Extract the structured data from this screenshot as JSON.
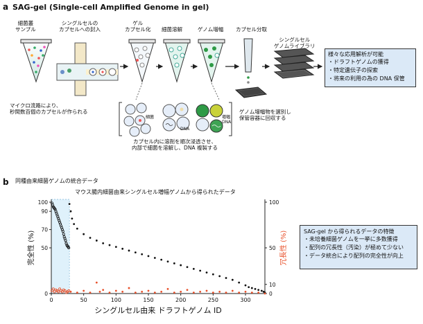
{
  "panel_a": {
    "letter": "a",
    "title": "SAG-gel (Single-cell Amplified Genome in gel)",
    "steps": {
      "sample": [
        "細菌叢",
        "サンプル"
      ],
      "encapsulation": [
        "シングルセルの",
        "カプセルへの封入"
      ],
      "gel": [
        "ゲル",
        "カプセル化"
      ],
      "lysis": "細菌溶解",
      "amplification": "ゲノム増幅",
      "sorting": "カプセル分取",
      "library": [
        "シングルセル",
        "ゲノムライブラリ"
      ]
    },
    "note_microfluidic": [
      "マイクロ流路により、",
      "秒間数百個のカプセルが作られる"
    ],
    "note_lysis": [
      "カプセル内に溶剤を順次浸透させ、",
      "内部で細菌を溶解し、DNA 複製する"
    ],
    "note_sorting": [
      "ゲノム増幅物を選別し",
      "保管容器に回収する"
    ],
    "inset_labels": {
      "bacteria": "細菌",
      "dna": "DNA",
      "amplified": [
        "増幅",
        "DNA"
      ]
    },
    "applications": {
      "heading": "様々な応用解析が可能",
      "items": [
        "・ドラフトゲノムの獲得",
        "・特定遺伝子の探索",
        "・将来の利用の為の DNA 保管"
      ]
    }
  },
  "panel_b": {
    "letter": "b",
    "annotation_integrated": "同種由来細菌ゲノムの統合データ",
    "annotation_mouse": "マウス腸内細菌由来シングルセル増幅ゲノムから得られたデータ",
    "features": {
      "heading": "SAG-gel から得られるデータの特徴",
      "items": [
        "・未培養細菌ゲノムを一挙に多数獲得",
        "・配列の冗長性（汚染）が極めて少ない",
        "・データ統合により配列の完全性が向上"
      ]
    }
  },
  "chart_data": {
    "type": "scatter",
    "xlabel": "シングルセル由来 ドラフトゲノム ID",
    "ylabel_left": "完全性 (%)",
    "ylabel_right": "冗長性 (%)",
    "xlim": [
      0,
      330
    ],
    "x_ticks": [
      0,
      50,
      100,
      150,
      200,
      250,
      300
    ],
    "ylim_left": [
      0,
      100
    ],
    "y_ticks_left": [
      0,
      50,
      70,
      90,
      100
    ],
    "ylim_right": [
      0,
      100
    ],
    "y_ticks_right": [
      0,
      10,
      50,
      100
    ],
    "highlight_range": [
      0,
      28
    ],
    "colors": {
      "completeness": "#111111",
      "redundancy": "#e8502a",
      "highlight": "#dff1fb"
    },
    "series": [
      {
        "name": "完全性",
        "axis": "left",
        "style": "open-circle",
        "x": [
          1,
          2,
          3,
          4,
          5,
          6,
          7,
          8,
          9,
          10,
          11,
          12,
          13,
          14,
          15,
          16,
          17,
          18,
          19,
          20,
          21,
          22,
          23,
          24,
          25,
          26,
          27
        ],
        "y": [
          99,
          97,
          95,
          94,
          93,
          92,
          90,
          88,
          86,
          84,
          82,
          80,
          78,
          76,
          74,
          72,
          70,
          68,
          65,
          62,
          60,
          58,
          55,
          53,
          52,
          51,
          50
        ]
      },
      {
        "name": "完全性",
        "axis": "left",
        "style": "filled-dot",
        "x": [
          28,
          30,
          32,
          35,
          40,
          50,
          60,
          70,
          80,
          90,
          100,
          110,
          120,
          130,
          140,
          150,
          160,
          170,
          180,
          190,
          200,
          210,
          220,
          230,
          240,
          250,
          260,
          270,
          280,
          290,
          300,
          305,
          310,
          315,
          320,
          325,
          328,
          330
        ],
        "y": [
          98,
          90,
          82,
          76,
          71,
          65,
          61,
          58,
          55,
          53,
          51,
          49,
          47,
          45,
          43,
          41,
          39,
          37,
          35,
          33,
          31,
          29,
          27,
          25,
          23,
          21,
          19,
          17,
          15,
          12,
          9,
          7,
          6,
          5,
          4,
          3,
          2,
          1
        ]
      },
      {
        "name": "冗長性",
        "axis": "right",
        "style": "open-circle",
        "x": [
          1,
          3,
          5,
          7,
          9,
          11,
          13,
          15,
          17,
          19,
          21,
          23,
          25,
          27
        ],
        "y": [
          3,
          5,
          2,
          4,
          3,
          2,
          5,
          3,
          2,
          4,
          3,
          1,
          2,
          3
        ]
      },
      {
        "name": "冗長性",
        "axis": "right",
        "style": "filled-dot",
        "x": [
          30,
          40,
          50,
          60,
          70,
          75,
          80,
          90,
          100,
          110,
          120,
          130,
          140,
          150,
          160,
          170,
          180,
          190,
          200,
          210,
          220,
          230,
          240,
          250,
          260,
          270,
          280,
          290,
          300,
          310,
          320,
          330
        ],
        "y": [
          2,
          1,
          3,
          1,
          12,
          2,
          4,
          1,
          3,
          2,
          6,
          1,
          2,
          3,
          1,
          2,
          5,
          1,
          2,
          4,
          1,
          2,
          3,
          1,
          2,
          1,
          3,
          1,
          2,
          1,
          1,
          0
        ]
      }
    ]
  }
}
